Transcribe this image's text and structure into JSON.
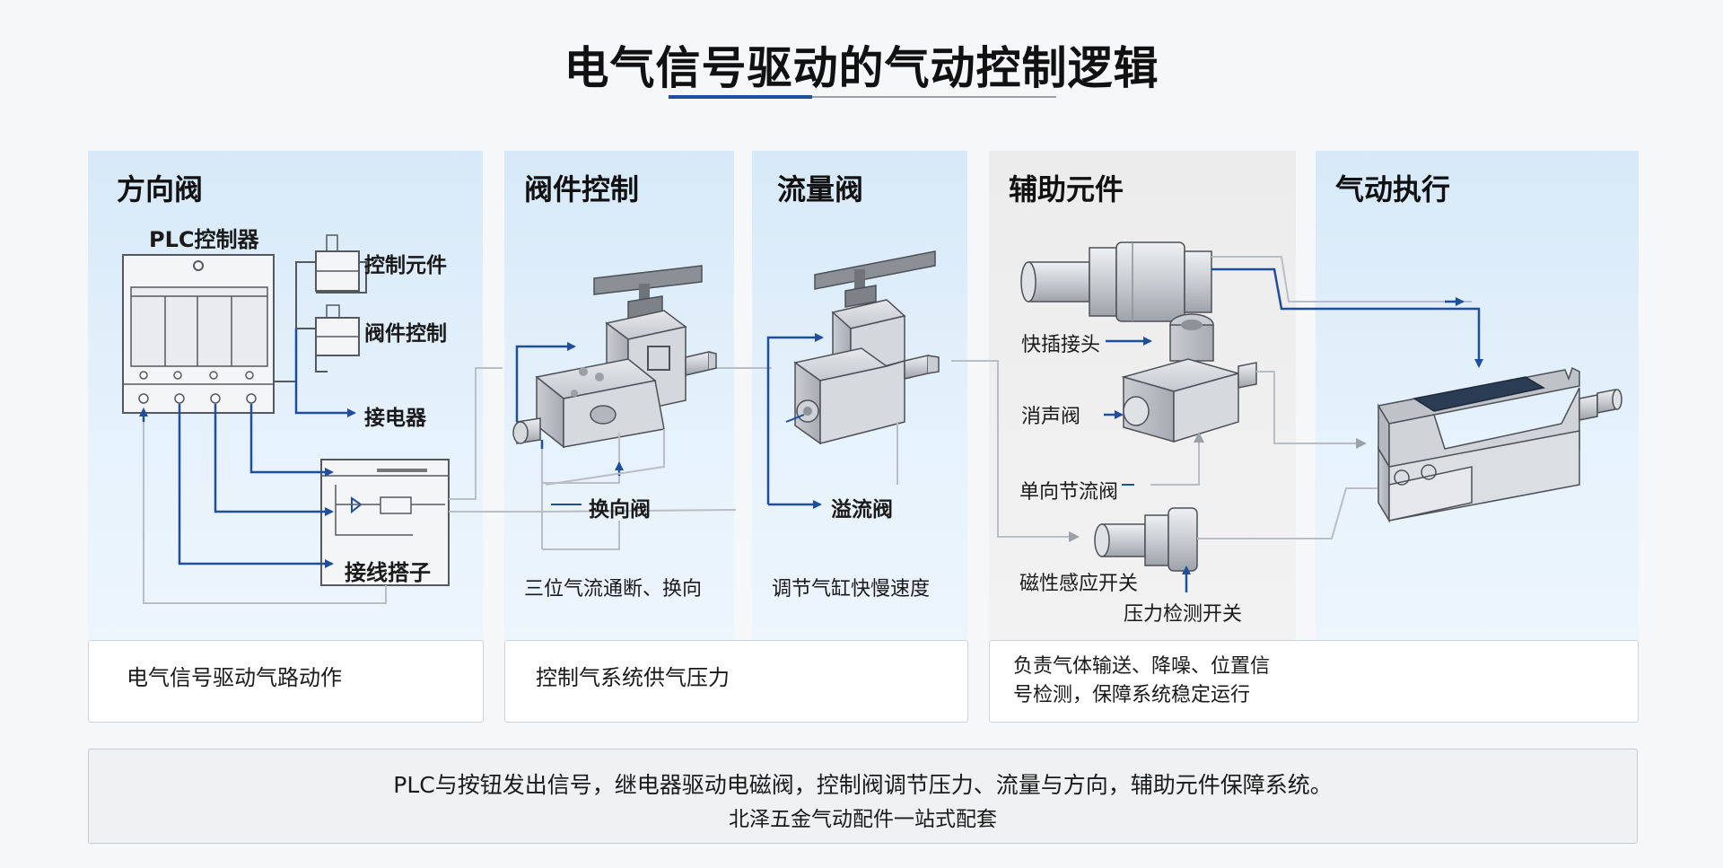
{
  "title": "电气信号驱动的气动控制逻辑",
  "panels": {
    "direction": {
      "title": "方向阀"
    },
    "valve_control": {
      "title": "阀件控制"
    },
    "flow": {
      "title": "流量阀"
    },
    "auxiliary": {
      "title": "辅助元件"
    },
    "actuator": {
      "title": "气动执行"
    }
  },
  "labels": {
    "plc": "PLC控制器",
    "control_element": "控制元件",
    "valve_control": "阀件控制",
    "relay": "接电器",
    "terminal_block": "接线搭子",
    "reversing_valve": "换向阀",
    "three_position": "三位气流通断、换向",
    "relief_valve": "溢流阀",
    "speed_adjust": "调节气缸快慢速度",
    "quick_connector": "快插接头",
    "muffler": "消声阀",
    "check_throttle": "单向节流阀",
    "magnetic_switch": "磁性感应开关",
    "pressure_switch": "压力检测开关"
  },
  "descriptions": {
    "electric": "电气信号驱动气路动作",
    "supply": "控制气系统供气压力",
    "auxiliary_line1": "负责气体输送、降噪、位置信",
    "auxiliary_line2": "号检测，保障系统稳定运行"
  },
  "summary": {
    "line1": "PLC与按钮发出信号，继电器驱动电磁阀，控制阀调节压力、流量与方向，辅助元件保障系统。",
    "line2": "北泽五金气动配件一站式配套"
  },
  "colors": {
    "accent_blue": "#1f4e9c",
    "panel_blue": "#ddeefa",
    "panel_gray": "#eeeeee",
    "metal": "#c8cbd0",
    "line_gray": "#b9bec4"
  }
}
